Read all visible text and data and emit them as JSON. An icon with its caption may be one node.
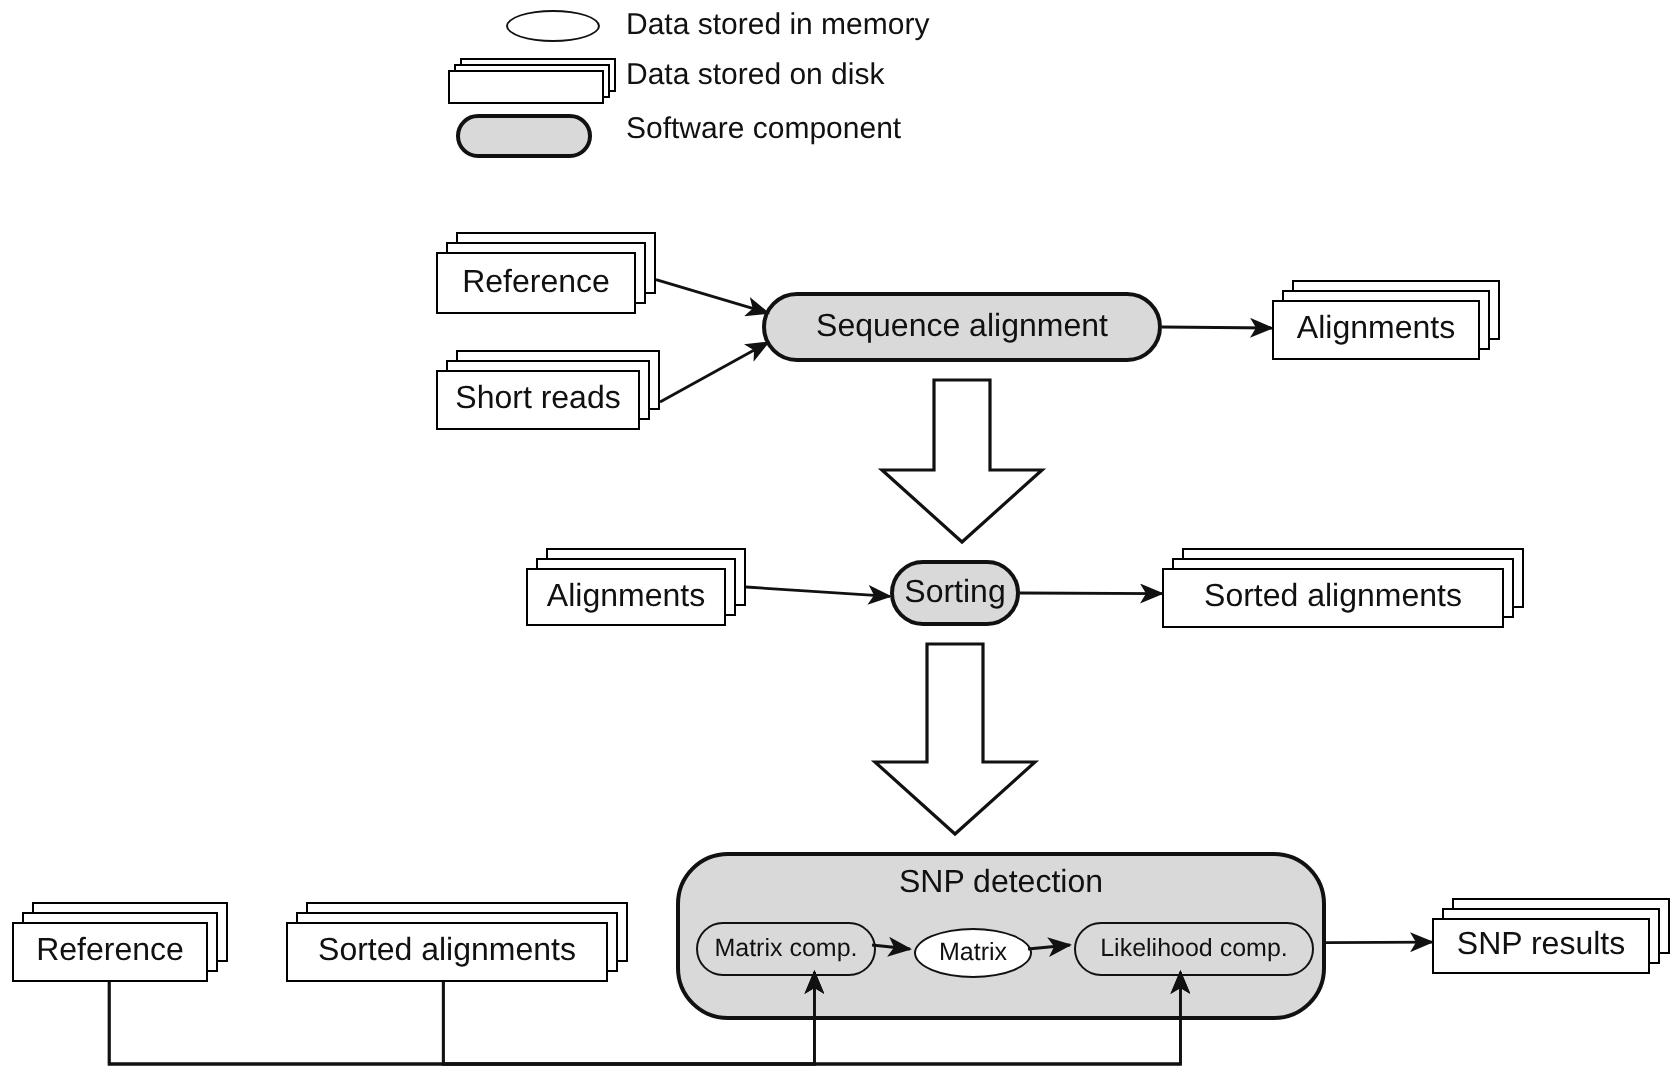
{
  "diagram": {
    "nodes": [
      {
        "text": [
          "Reference"
        ]
      },
      {
        "text": [
          "Short reads"
        ]
      },
      {
        "text": [
          "Sequence alignment"
        ]
      },
      {
        "text": [
          "Alignments"
        ]
      },
      {
        "text": [
          "Alignments"
        ]
      },
      {
        "text": [
          "Sorting"
        ]
      },
      {
        "text": [
          "Sorted alignments"
        ]
      },
      {
        "text": [
          "Reference"
        ]
      },
      {
        "text": [
          "Sorted alignments"
        ]
      },
      {
        "text": [
          "SNP detection"
        ]
      },
      {
        "text": [
          "Matrix comp."
        ],
        "in": 9
      },
      {
        "text": [
          "Matrix"
        ],
        "in": 9
      },
      {
        "text": [
          "Likelihood comp."
        ],
        "in": 9
      },
      {
        "text": [
          "SNP results"
        ]
      }
    ],
    "edges": [
      {
        "from": 0,
        "to": 2,
        "arrow": "to"
      },
      {
        "from": 1,
        "to": 2,
        "arrow": "to"
      },
      {
        "from": 2,
        "to": 3,
        "arrow": "to"
      },
      {
        "from": 2,
        "to": 5,
        "arrow": "to",
        "style": "thick"
      },
      {
        "from": 4,
        "to": 5,
        "arrow": "to"
      },
      {
        "from": 5,
        "to": 6,
        "arrow": "to"
      },
      {
        "from": 5,
        "to": 9,
        "arrow": "to",
        "style": "thick"
      },
      {
        "from": 9,
        "to": 13,
        "arrow": "to"
      },
      {
        "from": 10,
        "to": 11,
        "arrow": "to"
      },
      {
        "from": 11,
        "to": 12,
        "arrow": "to"
      },
      {
        "from": 7,
        "to": 10,
        "arrow": "to"
      },
      {
        "from": 8,
        "to": 10,
        "arrow": "to"
      },
      {
        "from": 7,
        "to": 12,
        "arrow": "to"
      },
      {
        "from": 8,
        "to": 12,
        "arrow": "to"
      }
    ],
    "legend": [
      {
        "text": "Data stored in memory"
      },
      {
        "text": "Data stored on disk"
      },
      {
        "text": "Software component"
      }
    ]
  }
}
